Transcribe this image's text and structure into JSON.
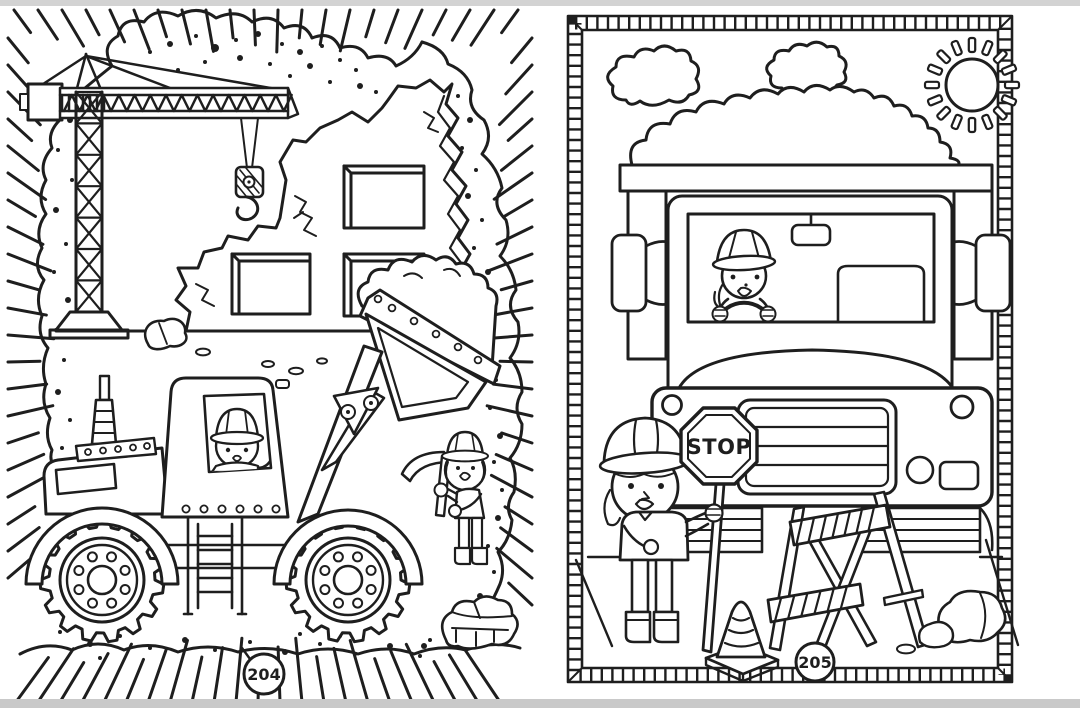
{
  "book": {
    "kind": "children coloring book spread",
    "theme": "construction site scenes, black line art on white paper"
  },
  "left_page": {
    "page_number": "204",
    "scene_elements": [
      "sunburst-border",
      "pebble-dots",
      "dirt-pit-outline",
      "tower-crane-icon",
      "crane-hook-icon",
      "building-under-construction",
      "window",
      "wall-cracks",
      "backhoe-loader-icon",
      "loader-bucket-with-rocks",
      "child-driver-in-hard-hat",
      "exhaust-stack",
      "gear-tread-wheels",
      "ladder",
      "child-with-pickaxe",
      "rock-pile",
      "ground-line",
      "page-number-badge"
    ]
  },
  "right_page": {
    "page_number": "205",
    "stop_sign_text": "STOP",
    "scene_elements": [
      "hatched-frame-border",
      "cloud-icon",
      "cloud-icon",
      "sun-icon",
      "dump-truck-front",
      "gravel-load",
      "truck-bed-rail",
      "windshield",
      "child-driver-in-hard-hat",
      "rear-view-mirror",
      "side-mirrors",
      "hood-arch",
      "bumper",
      "grille",
      "headlights",
      "fog-light",
      "license-plate",
      "child-flagger-with-stop-sign",
      "stop-sign-octagon",
      "traffic-cone",
      "a-frame-barricade",
      "rocks",
      "page-number-badge"
    ]
  },
  "colors": {
    "ink": "#1e1e1e",
    "paper": "#ffffff",
    "page_edge_top": "#d3d3d3",
    "page_edge_bottom": "#c9c9c9"
  }
}
